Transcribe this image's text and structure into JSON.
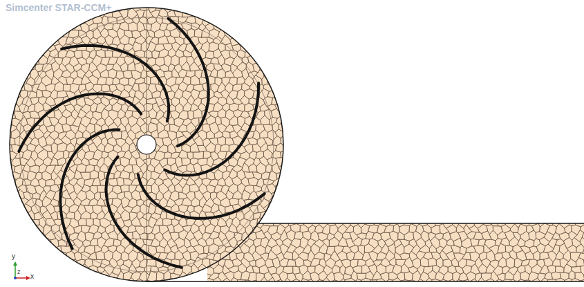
{
  "diagram": {
    "labels": [
      "Simcenter STAR-CCM+",
      "y",
      "z",
      "x"
    ]
  }
}
